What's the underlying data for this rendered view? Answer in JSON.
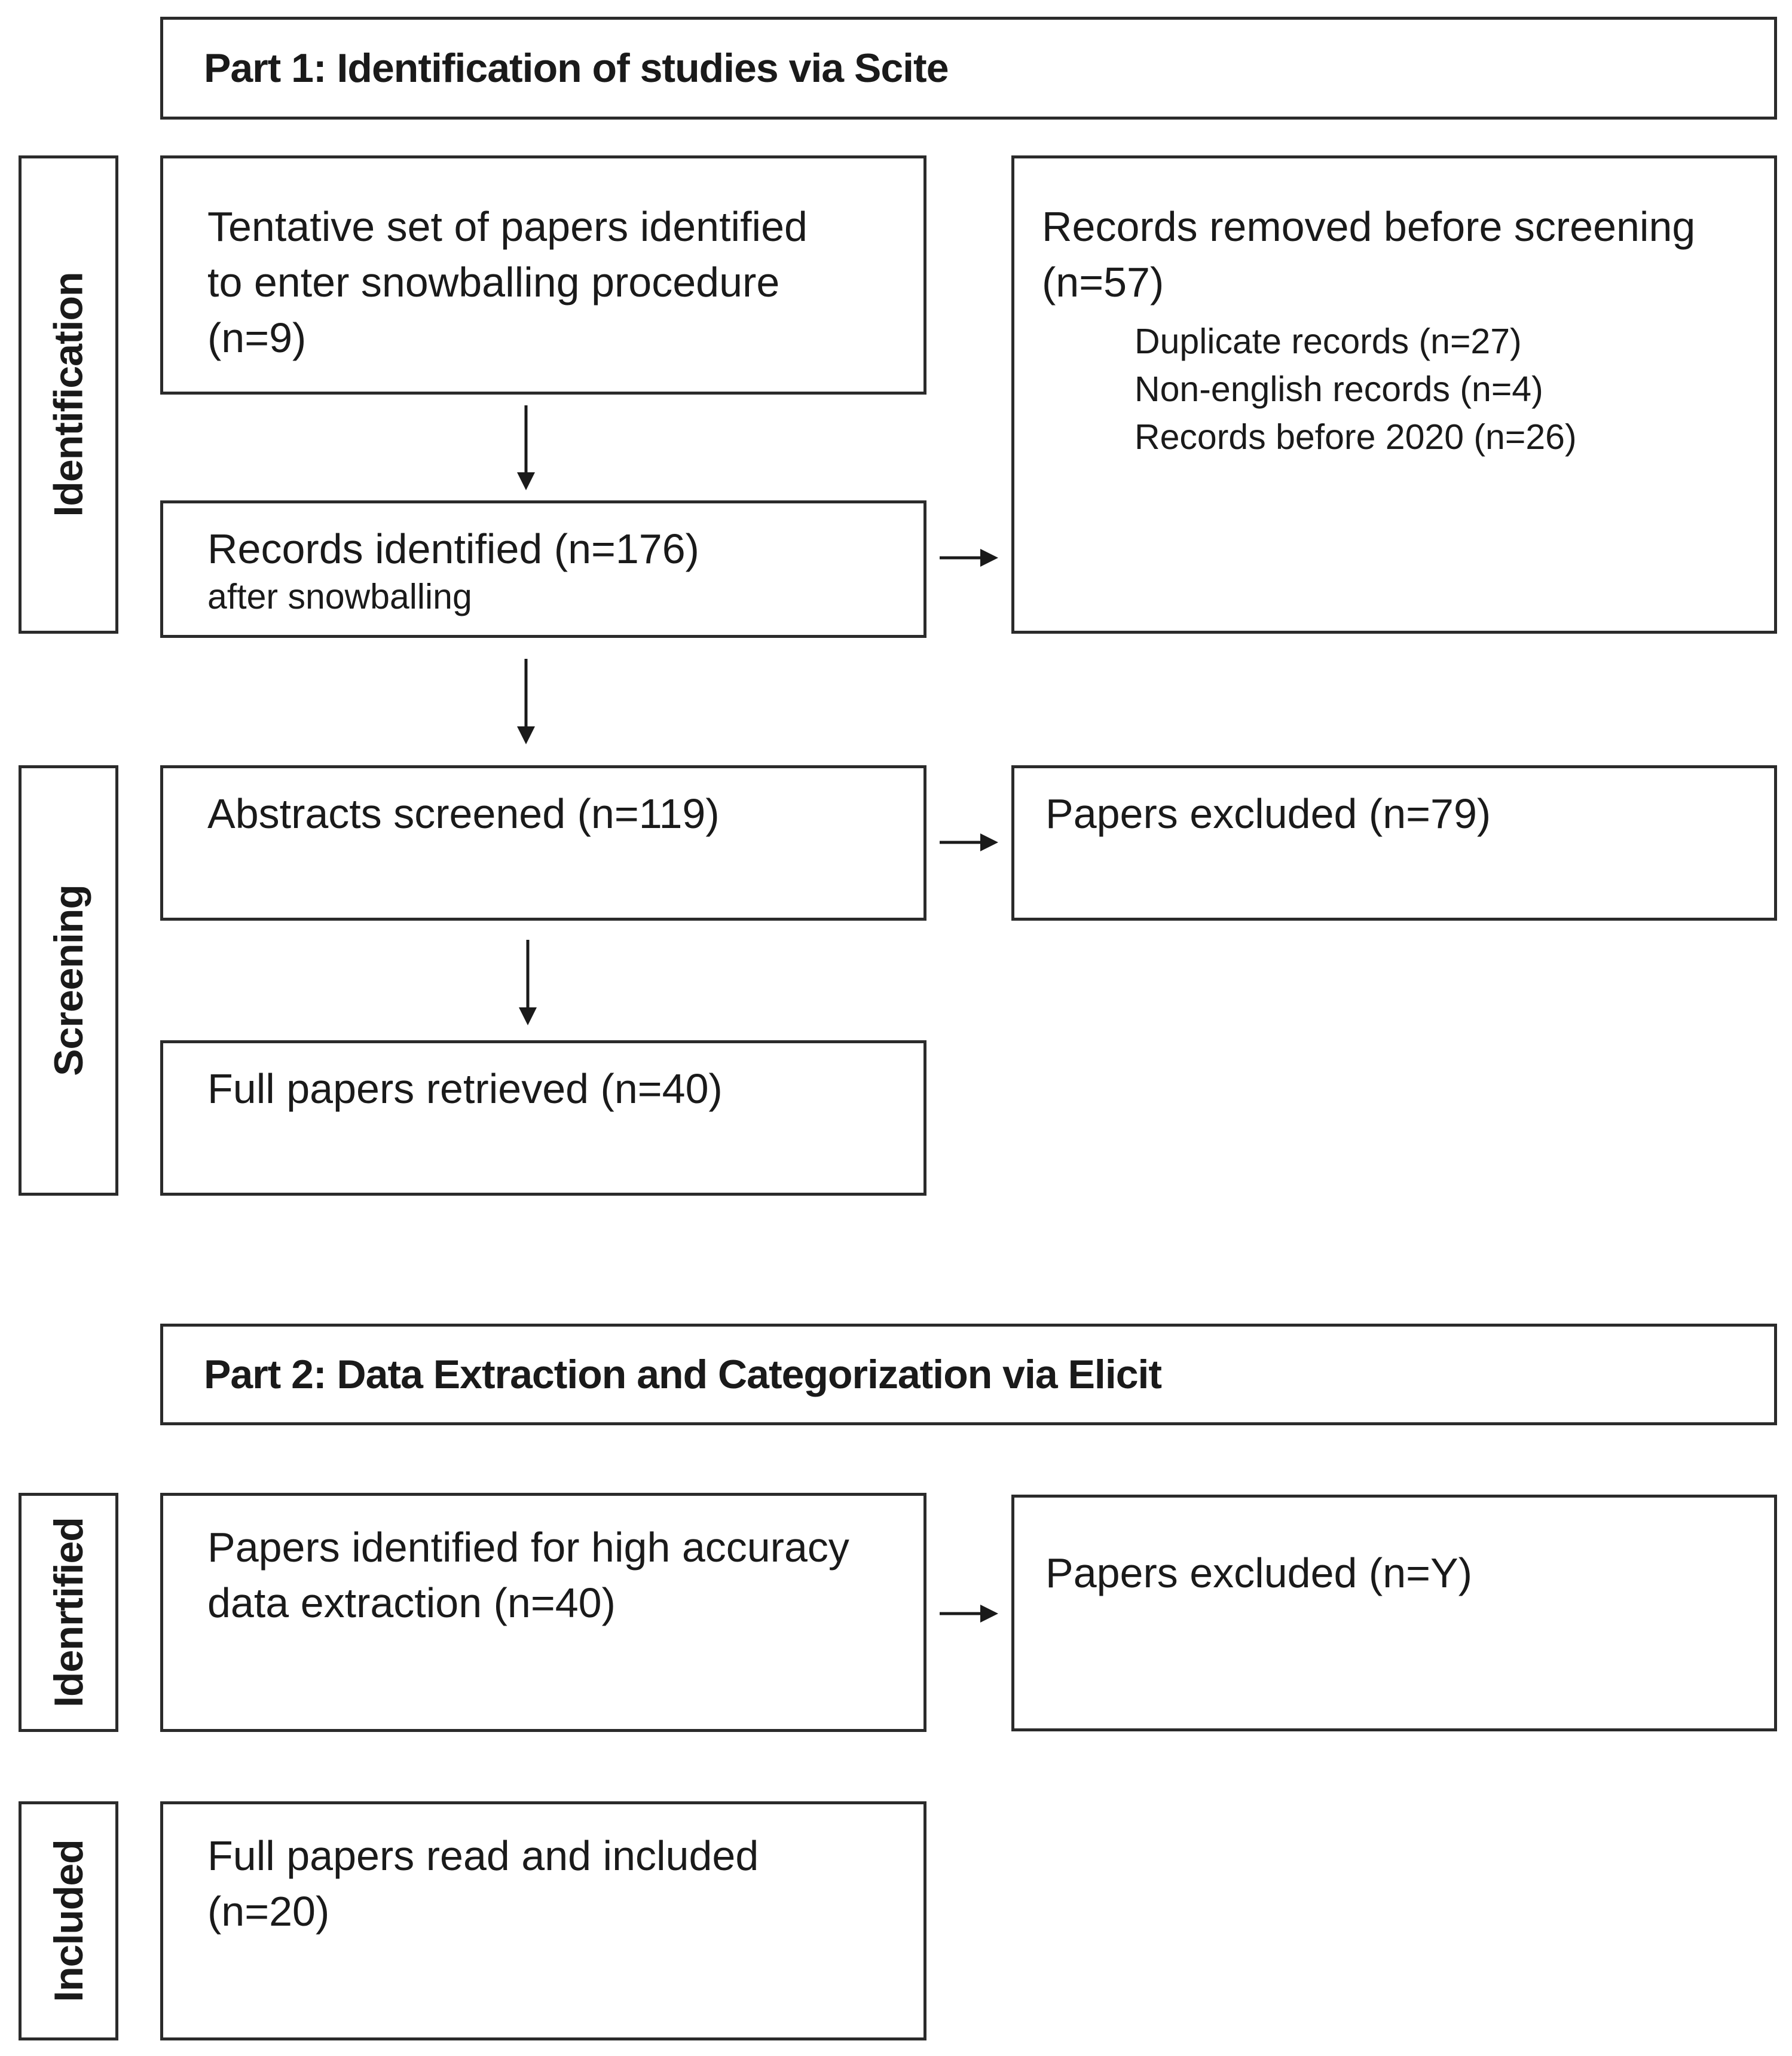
{
  "part1": {
    "title": "Part 1: Identification of studies via Scite",
    "side_identification": "Identification",
    "side_screening": "Screening",
    "tentative": {
      "line1": "Tentative set of papers identified",
      "line2": "to enter snowballing procedure",
      "line3": "(n=9)"
    },
    "records_identified": {
      "main": "Records identified (n=176)",
      "sub": "after snowballing"
    },
    "removed": {
      "line1": "Records removed before screening",
      "line2": "(n=57)",
      "items": [
        "Duplicate records (n=27)",
        "Non-english records (n=4)",
        "Records before 2020 (n=26)"
      ]
    },
    "abstracts": "Abstracts screened (n=119)",
    "excluded": "Papers excluded (n=79)",
    "full_retrieved": "Full papers retrieved (n=40)"
  },
  "part2": {
    "title": "Part 2: Data Extraction and Categorization via Elicit",
    "side_identified": "Idenrtified",
    "side_included": "Included",
    "high_accuracy": {
      "line1": "Papers identified for high accuracy",
      "line2": "data extraction (n=40)"
    },
    "excluded": "Papers excluded (n=Y)",
    "included": {
      "line1": "Full papers read and included",
      "line2": "(n=20)"
    }
  }
}
